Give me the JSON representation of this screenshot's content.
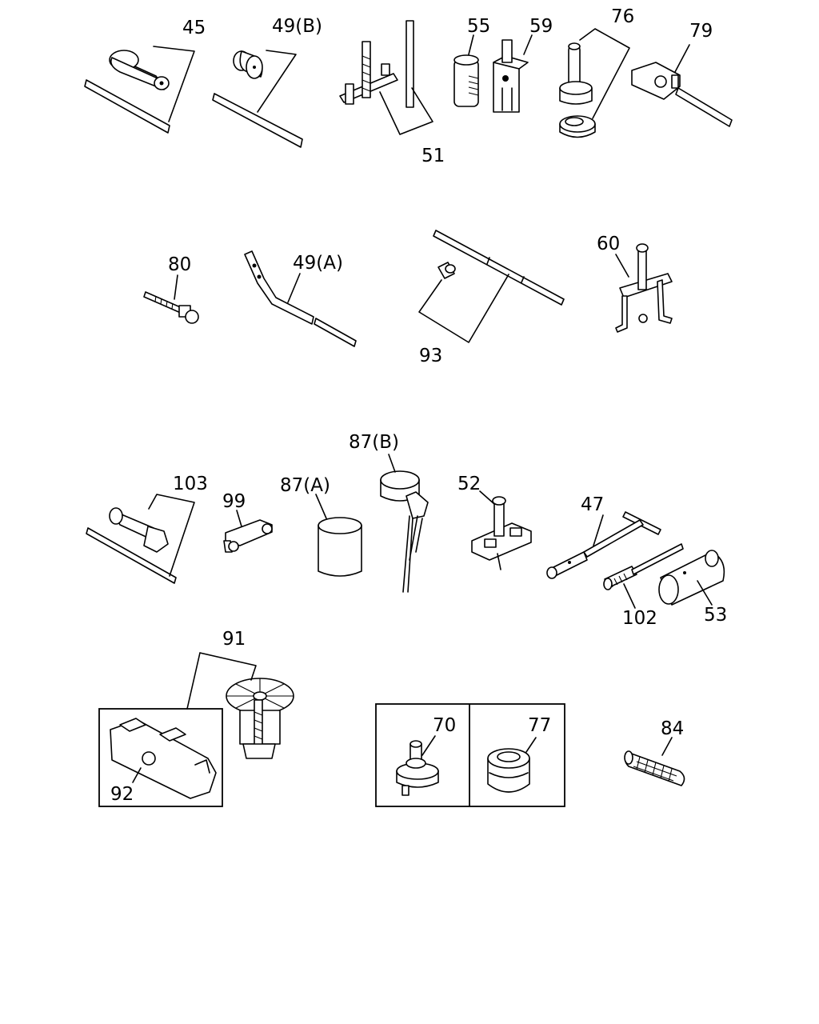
{
  "callouts": {
    "c45": "45",
    "c49b": "49(B)",
    "c51": "51",
    "c55": "55",
    "c59": "59",
    "c76": "76",
    "c79": "79",
    "c80": "80",
    "c49a": "49(A)",
    "c93": "93",
    "c60": "60",
    "c87b": "87(B)",
    "c103": "103",
    "c99": "99",
    "c87a": "87(A)",
    "c52": "52",
    "c47": "47",
    "c102": "102",
    "c53": "53",
    "c91": "91",
    "c92": "92",
    "c70": "70",
    "c77": "77",
    "c84": "84"
  }
}
